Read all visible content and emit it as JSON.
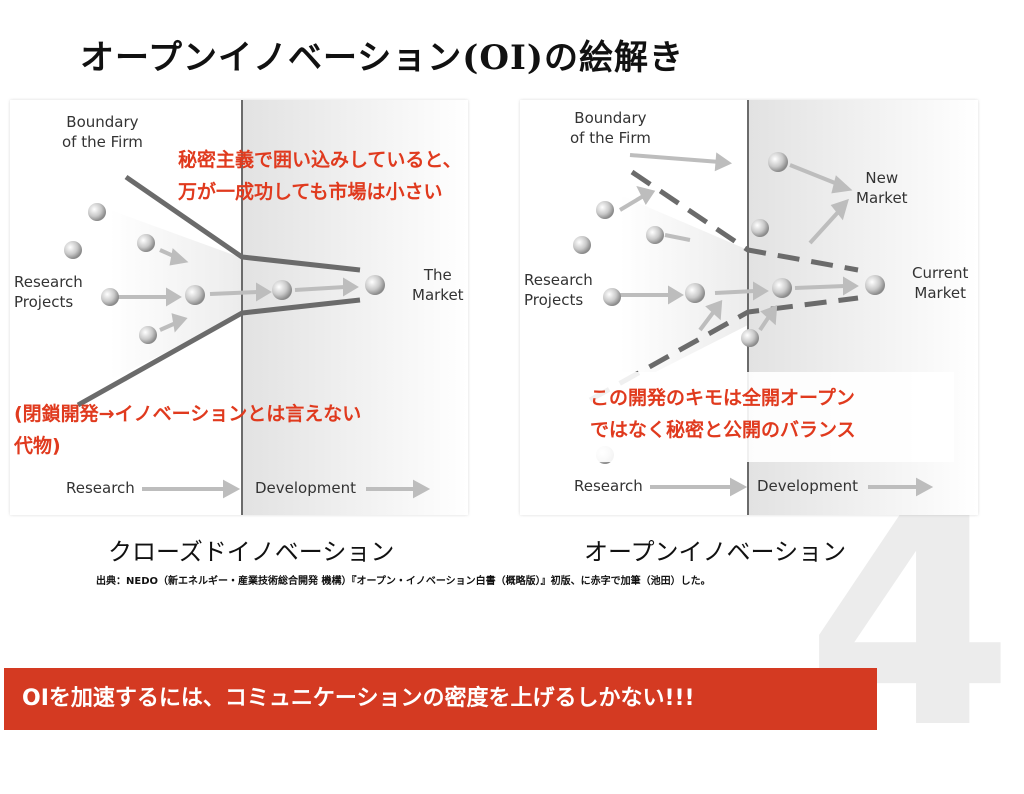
{
  "title": "オープンイノベーション(OI)の絵解き",
  "big_number": "4",
  "closed": {
    "boundary_label_1": "Boundary",
    "boundary_label_2": "of the Firm",
    "research_label_1": "Research",
    "research_label_2": "Projects",
    "market_label_1": "The",
    "market_label_2": "Market",
    "annotation_top_1": "秘密主義で囲い込みしていると、",
    "annotation_top_2": "万が一成功しても市場は小さい",
    "annotation_bottom_1": "(閉鎖開発→イノベーションとは言えない",
    "annotation_bottom_2": "代物)",
    "stage_research": "Research",
    "stage_development": "Development",
    "caption": "クローズドイノベーション"
  },
  "open": {
    "boundary_label_1": "Boundary",
    "boundary_label_2": "of the Firm",
    "research_label_1": "Research",
    "research_label_2": "Projects",
    "new_market_label_1": "New",
    "new_market_label_2": "Market",
    "current_market_label_1": "Current",
    "current_market_label_2": "Market",
    "annotation_1": "この開発のキモは全開オープン",
    "annotation_2": "ではなく秘密と公開のバランス",
    "stage_research": "Research",
    "stage_development": "Development",
    "caption": "オープンイノベーション"
  },
  "source_note": "出典：NEDO（新エネルギー・産業技術総合開発 機構）『オープン・イノベーション白書（概略版）』初版、に赤字で加筆（池田）した。",
  "banner_text": "OIを加速するには、コミュニケーションの密度を上げるしかない!!!",
  "colors": {
    "accent_red": "#e03a1e",
    "banner_red": "#d43a22",
    "boundary_gray": "#6b6b6b",
    "arrow_gray": "#bdbdbd"
  }
}
